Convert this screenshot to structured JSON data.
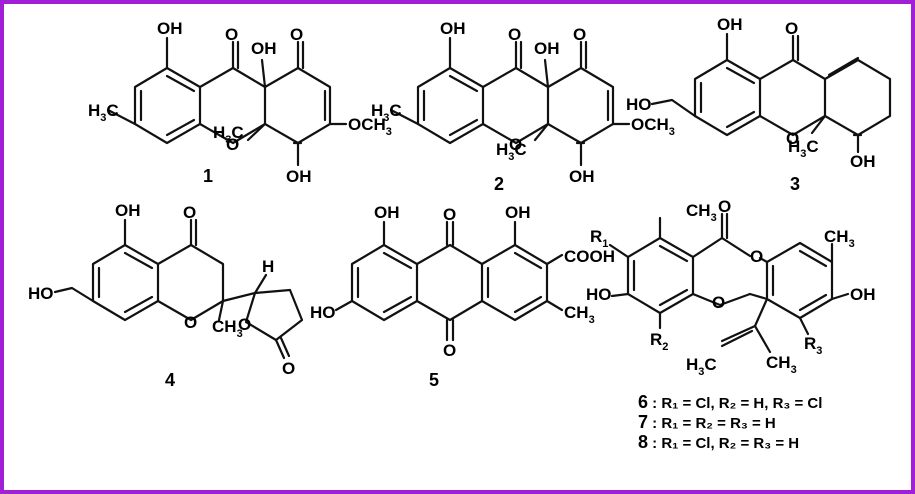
{
  "compounds": [
    {
      "label": "1"
    },
    {
      "label": "2"
    },
    {
      "label": "3"
    },
    {
      "label": "4"
    },
    {
      "label": "5"
    }
  ],
  "groups": {
    "oh": "OH",
    "ho": "HO",
    "o": "O",
    "h": "H",
    "ch3": "CH",
    "h3c": "H",
    "sub3": "3",
    "c": "C",
    "och3": "OCH",
    "cooh": "COOH",
    "r": "R",
    "r1": "1",
    "r2": "2",
    "r3": "3"
  },
  "depsidone": {
    "labels": [
      "6",
      "7",
      "8"
    ],
    "notes": [
      " : R₁ = Cl, R₂ = H, R₃ = Cl",
      " : R₁ = R₂ = R₃ = H",
      " : R₁ = Cl, R₂ = R₃ = H"
    ]
  },
  "colors": {
    "frame": "#a21fd8",
    "ink": "#111111"
  }
}
